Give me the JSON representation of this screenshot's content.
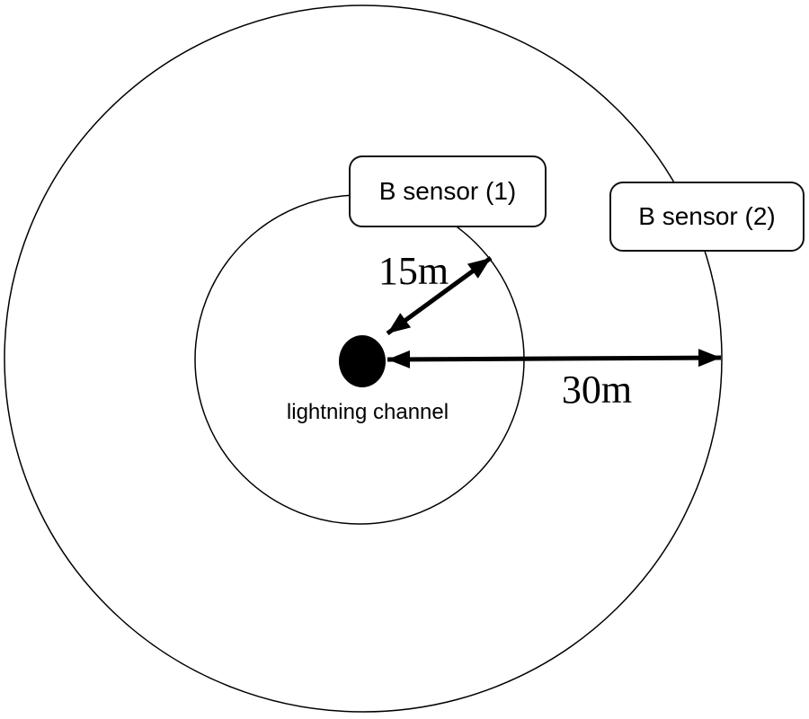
{
  "diagram": {
    "labels": {
      "sensor1": "B sensor (1)",
      "sensor2": "B sensor (2)",
      "inner_distance": "15m",
      "outer_distance": "30m",
      "center": "lightning channel"
    },
    "colors": {
      "background": "#ffffff",
      "line": "#000000",
      "text": "#000000",
      "box_fill": "#ffffff"
    }
  }
}
